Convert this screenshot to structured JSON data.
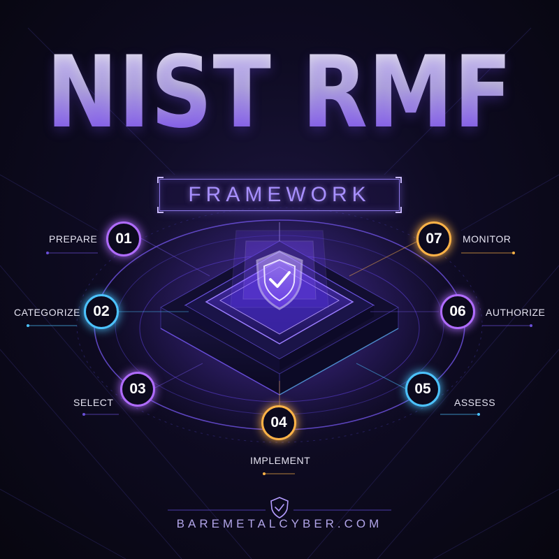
{
  "title": "NIST RMF",
  "subtitle": "FRAMEWORK",
  "footer": {
    "url": "BAREMETALCYBER.COM"
  },
  "icons": {
    "center": "shield-check-icon",
    "footer": "shield-check-icon"
  },
  "colors": {
    "purple": "#b06cff",
    "cyan": "#4cc3ff",
    "orange": "#ffb347",
    "accent": "#8c78e8"
  },
  "steps": [
    {
      "number": "01",
      "label": "PREPARE",
      "color": "#b06cff"
    },
    {
      "number": "02",
      "label": "CATEGORIZE",
      "color": "#4cc3ff"
    },
    {
      "number": "03",
      "label": "SELECT",
      "color": "#b06cff"
    },
    {
      "number": "04",
      "label": "IMPLEMENT",
      "color": "#ffb347"
    },
    {
      "number": "05",
      "label": "ASSESS",
      "color": "#4cc3ff"
    },
    {
      "number": "06",
      "label": "AUTHORIZE",
      "color": "#b06cff"
    },
    {
      "number": "07",
      "label": "MONITOR",
      "color": "#ffb347"
    }
  ]
}
